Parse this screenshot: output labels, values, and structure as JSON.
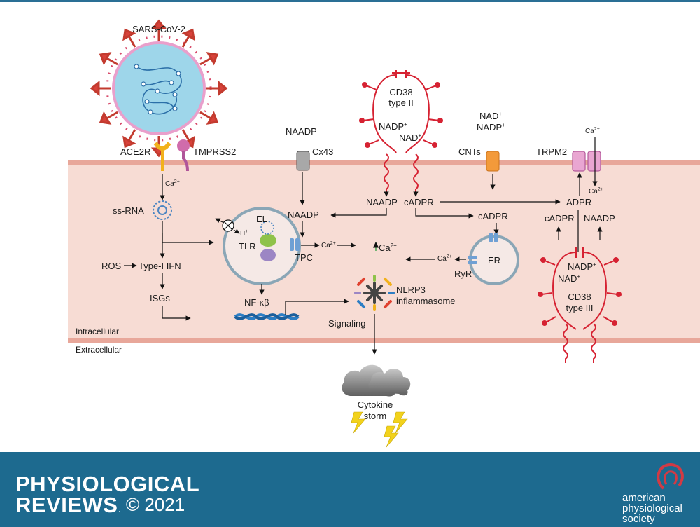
{
  "diagram": {
    "virus_label": "SARS-CoV-2",
    "ace2r": "ACE2R",
    "tmprss2": "TMPRSS2",
    "ca_entry": "Ca",
    "ss_rna": "ss-RNA",
    "ros": "ROS",
    "type1_ifn": "Type-I IFN",
    "isgs": "ISGs",
    "el": "EL",
    "h_plus": "H",
    "tlr": "TLR",
    "tpc": "TPC",
    "ca_tpc": "Ca",
    "ca_center": "Ca",
    "nfkb": "NF-κβ",
    "naadp_top": "NAADP",
    "cx43": "Cx43",
    "naadp_mid": "NAADP",
    "cd38_type2_line1": "CD38",
    "cd38_type2_line2": "type II",
    "cd38_type2_nadp": "NADP",
    "cd38_type2_nad": "NAD",
    "naadp_cd38": "NAADP",
    "cadpr_cd38": "cADPR",
    "cadpr_er": "cADPR",
    "er": "ER",
    "ryr": "RyR",
    "ca_er": "Ca",
    "nad_cnt": "NAD",
    "nadp_cnt": "NADP",
    "cnts": "CNTs",
    "trpm2": "TRPM2",
    "ca_trpm_top": "Ca",
    "ca_trpm_in": "Ca",
    "adpr": "ADPR",
    "cadpr_right": "cADPR",
    "naadp_right": "NAADP",
    "cd38_type3_nadp": "NADP",
    "cd38_type3_nad": "NAD",
    "cd38_type3_line1": "CD38",
    "cd38_type3_line2": "type III",
    "nlrp3": "NLRP3",
    "inflammasome": "inflammasome",
    "signaling": "Signaling",
    "intracellular": "Intracellular",
    "extracellular": "Extracellular",
    "cytokine": "Cytokine",
    "storm": "storm"
  },
  "footer": {
    "journal_line1": "PHYSIOLOGICAL",
    "journal_line2": "REVIEWS",
    "trademark": ".",
    "copyright": "© 2021",
    "society_line1": "american",
    "society_line2": "physiological",
    "society_line3": "society"
  },
  "colors": {
    "cytoplasm": "#f7dcd4",
    "membrane": "#e8a79a",
    "cd38": "#d62232",
    "virus_fill": "#9ed6ea",
    "footer": "#1d6a8f"
  }
}
